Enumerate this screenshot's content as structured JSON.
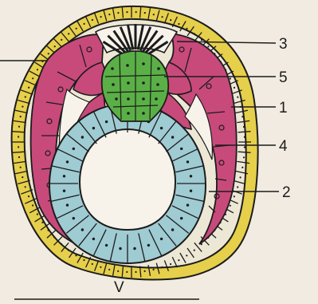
{
  "labels": {
    "n1": "1",
    "n2": "2",
    "n3": "3",
    "n4": "4",
    "n5": "5",
    "bottom": "V"
  },
  "colors": {
    "background": "#f1ebe1",
    "ectoderm": "#e6cf4a",
    "mesoderm": "#c84a7a",
    "endoderm": "#9fcbd3",
    "green_mass": "#5ab046",
    "outline": "#1c1c1c"
  }
}
